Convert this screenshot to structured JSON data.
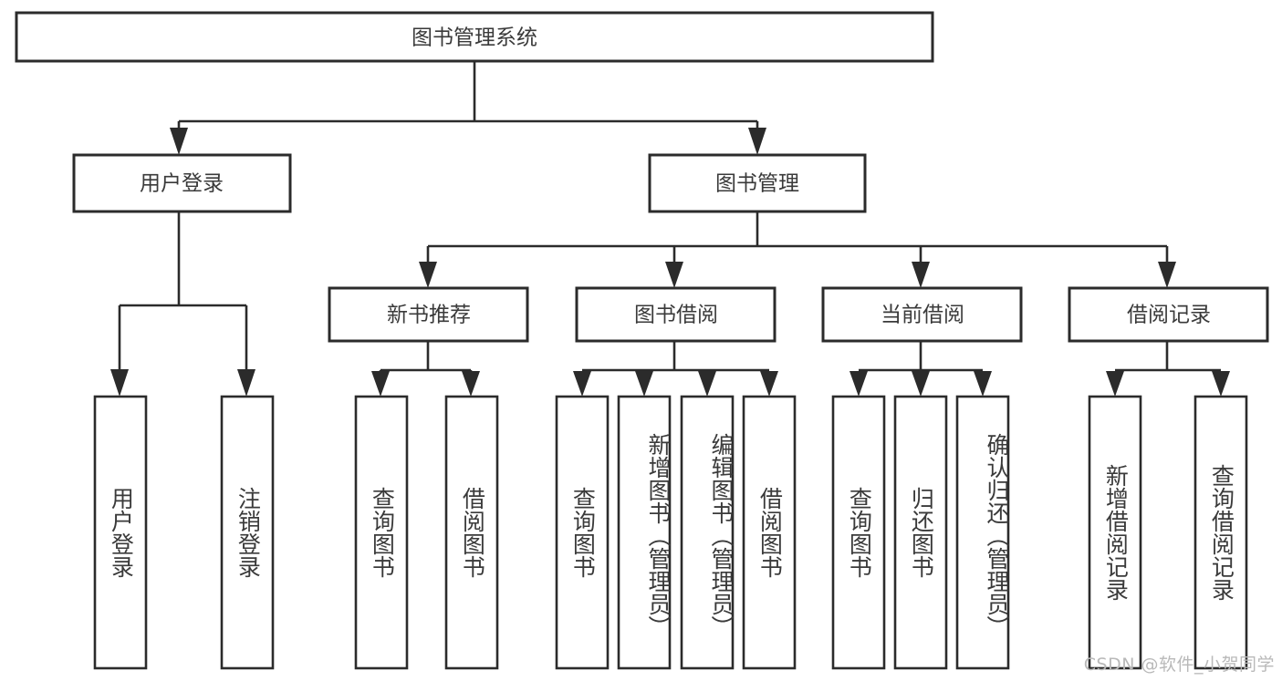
{
  "diagram": {
    "title": "图书管理系统",
    "type": "hierarchy-tree",
    "root": {
      "label": "图书管理系统"
    },
    "level2": [
      {
        "label": "用户登录"
      },
      {
        "label": "图书管理"
      }
    ],
    "level3": [
      {
        "label": "新书推荐"
      },
      {
        "label": "图书借阅"
      },
      {
        "label": "当前借阅"
      },
      {
        "label": "借阅记录"
      }
    ],
    "leaves": {
      "user_login": [
        {
          "label": "用户登录"
        },
        {
          "label": "注销登录"
        }
      ],
      "new_book_recommend": [
        {
          "label": "查询图书"
        },
        {
          "label": "借阅图书"
        }
      ],
      "book_borrow": [
        {
          "label": "查询图书"
        },
        {
          "label": "新增图书（管理员）"
        },
        {
          "label": "编辑图书（管理员）"
        },
        {
          "label": "借阅图书"
        }
      ],
      "current_borrow": [
        {
          "label": "查询图书"
        },
        {
          "label": "归还图书"
        },
        {
          "label": "确认归还（管理员）"
        }
      ],
      "borrow_record": [
        {
          "label": "新增借阅记录"
        },
        {
          "label": "查询借阅记录"
        }
      ]
    }
  },
  "watermark": {
    "text": "CSDN @软件_小贺同学"
  },
  "colors": {
    "stroke": "#2b2b2b",
    "text": "#3a3a3a",
    "background": "#ffffff",
    "watermark": "#b9b9b9"
  }
}
